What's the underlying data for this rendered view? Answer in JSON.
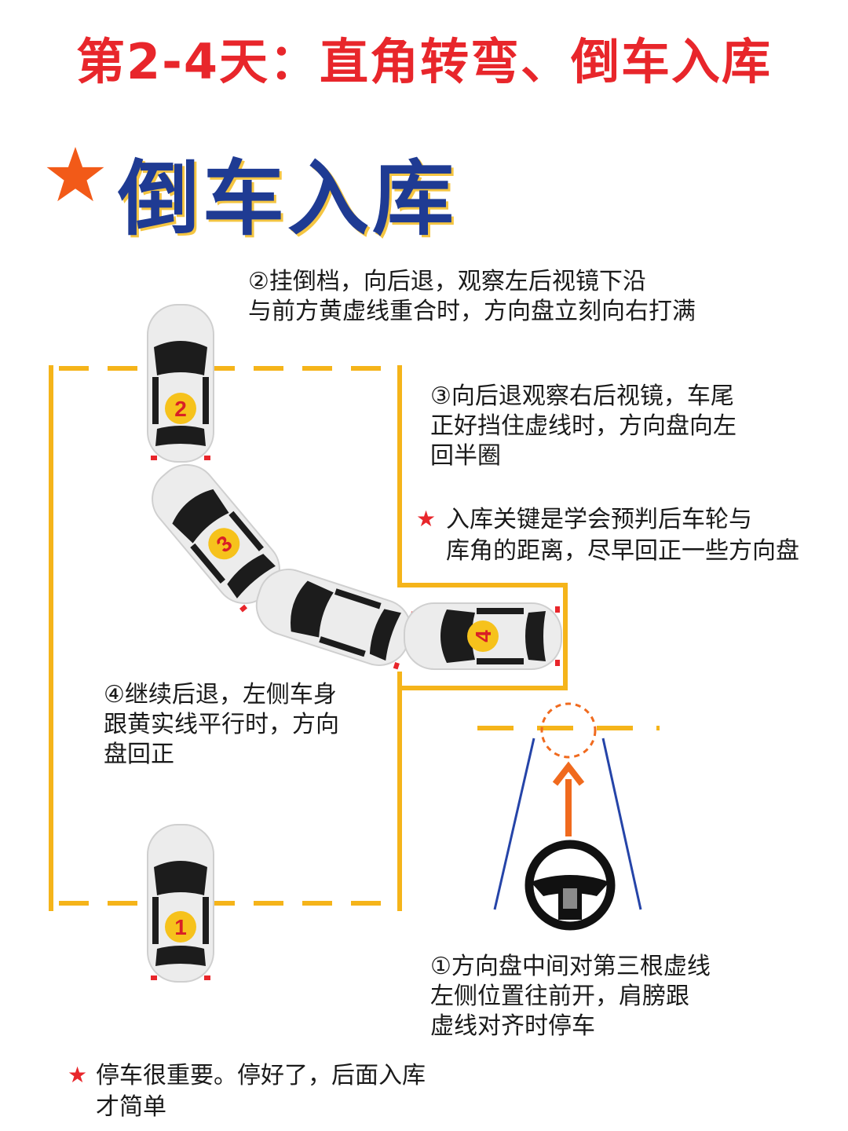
{
  "header": {
    "title": "第2-4天：直角转弯、倒车入库",
    "section_title": "倒车入库"
  },
  "cars": [
    {
      "label": "2"
    },
    {
      "label": "3"
    },
    {
      "label": "4"
    },
    {
      "label": "1"
    }
  ],
  "steps": {
    "step2": [
      "②挂倒档，向后退，观察左后视镜下沿",
      "与前方黄虚线重合时，方向盘立刻向右打满"
    ],
    "step3": [
      "③向后退观察右后视镜，车尾",
      "正好挡住虚线时，方向盘向左",
      "回半圈"
    ],
    "step4": [
      "④继续后退，左侧车身",
      "跟黄实线平行时，方向",
      "盘回正"
    ],
    "step1": [
      "①方向盘中间对第三根虚线",
      "左侧位置往前开，肩膀跟",
      "虚线对齐时停车"
    ]
  },
  "tips": {
    "key": [
      "入库关键是学会预判后车轮与",
      "库角的距离，尽早回正一些方向盘"
    ],
    "stop": [
      "停车很重要。停好了，后面入库",
      "才简单"
    ]
  },
  "colors": {
    "title_red": "#e8262b",
    "section_blue": "#1f3b93",
    "line_yellow": "#f5b41a",
    "badge_yellow": "#f6c21c",
    "arrow_orange": "#f06a1e",
    "sight_blue": "#2544a8"
  },
  "icons": [
    "star-icon",
    "car-icon",
    "steering-wheel-icon",
    "arrow-up-icon"
  ]
}
